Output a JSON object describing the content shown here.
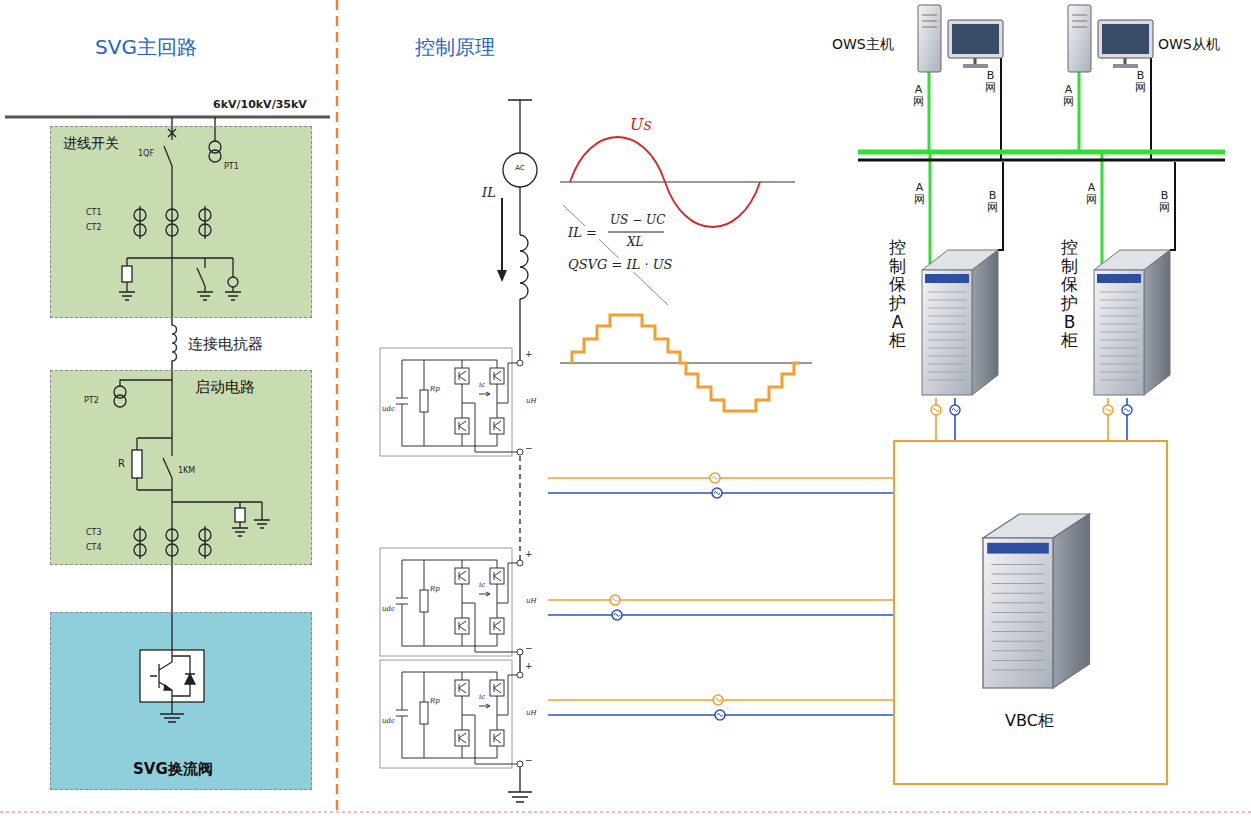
{
  "diagram": {
    "nodes": [
      {
        "text": [
          "进线开关"
        ]
      },
      {
        "text": [
          "启动电路"
        ]
      },
      {
        "text": [
          "SVG换流阀"
        ]
      },
      {
        "text": [
          "OWS主机"
        ]
      },
      {
        "text": [
          "OWS从机"
        ]
      },
      {
        "text": [
          "控制保护A柜"
        ]
      },
      {
        "text": [
          "控制保护B柜"
        ]
      },
      {
        "text": [
          "VBC柜"
        ]
      }
    ],
    "edges": [
      {
        "from": 0,
        "to": 1,
        "arrow": "none",
        "label": "连接电抗器"
      },
      {
        "from": 1,
        "to": 2,
        "arrow": "none"
      },
      {
        "from": 5,
        "to": 7,
        "arrow": "none"
      },
      {
        "from": 6,
        "to": 7,
        "arrow": "none"
      }
    ],
    "labels": [
      "SVG主回路",
      "控制原理",
      "6kV/10kV/35kV",
      "1QF",
      "PT1",
      "CT1",
      "CT2",
      "PT2",
      "R",
      "1KM",
      "CT3",
      "CT4",
      "AC",
      "Us",
      "IL",
      "IL =",
      "US − UC",
      "XL",
      "QSVG = IL · US",
      "udc",
      "Rp",
      "ic",
      "uH",
      "+",
      "−",
      "udc",
      "Rp",
      "ic",
      "uH",
      "+",
      "−",
      "udc",
      "Rp",
      "ic",
      "uH",
      "+",
      "−",
      "A网",
      "B网",
      "A网",
      "B网",
      "A网",
      "B网",
      "A网",
      "B网"
    ]
  }
}
